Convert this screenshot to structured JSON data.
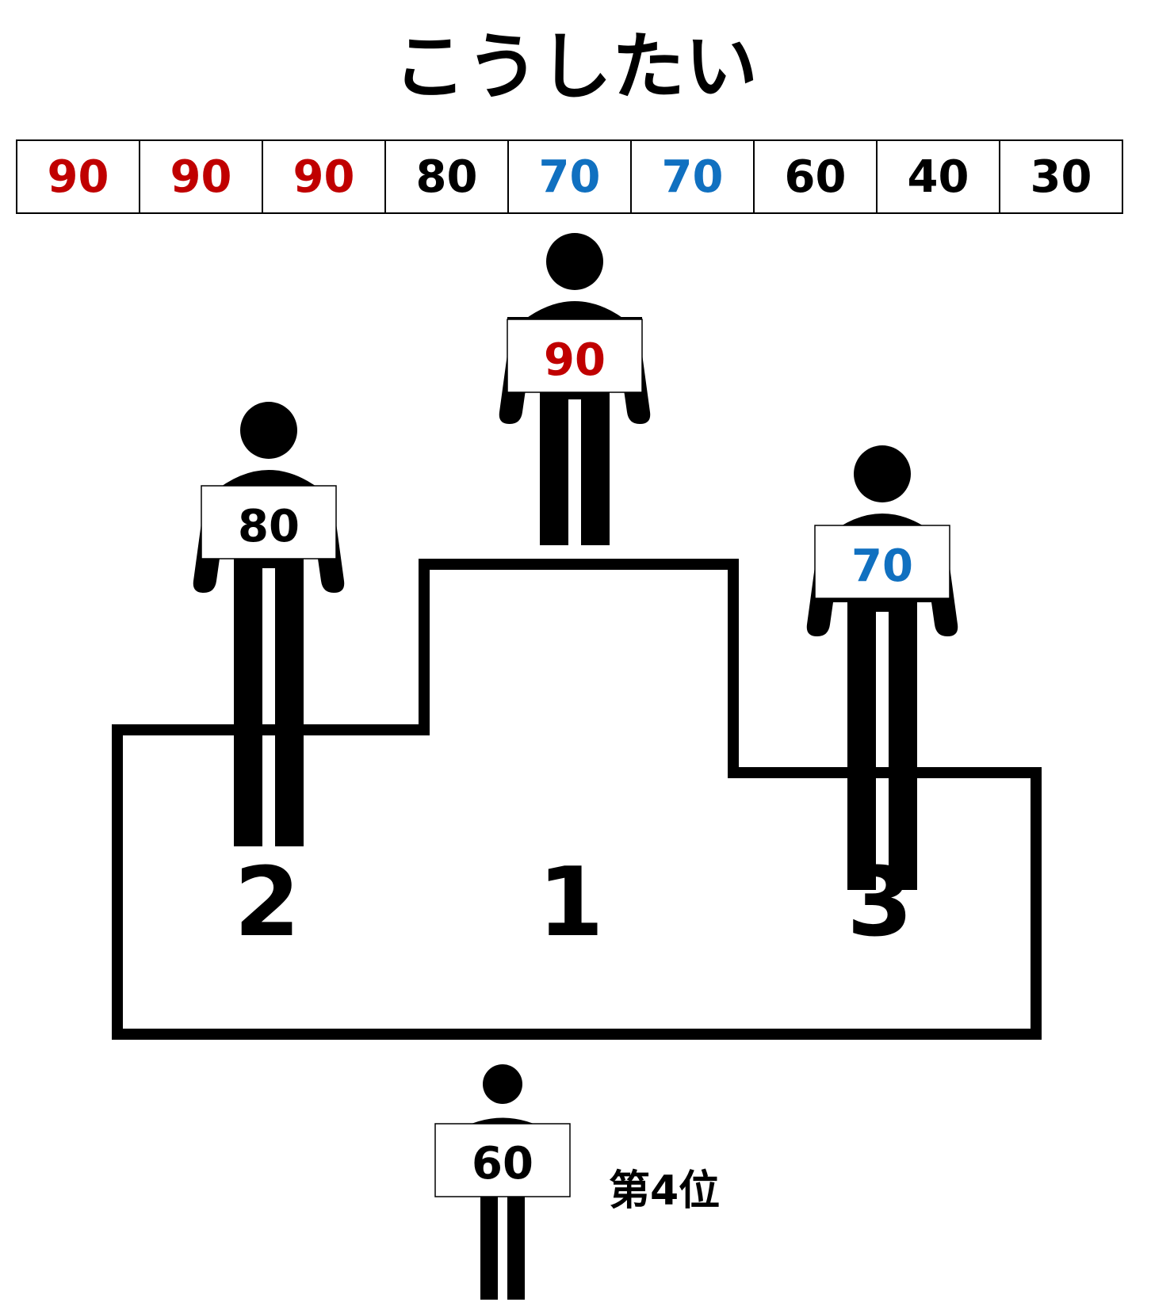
{
  "title": "こうしたい",
  "colors": {
    "red": "#c00000",
    "blue": "#1070c0",
    "black": "#000000"
  },
  "scores": [
    {
      "value": "90",
      "color": "#c00000"
    },
    {
      "value": "90",
      "color": "#c00000"
    },
    {
      "value": "90",
      "color": "#c00000"
    },
    {
      "value": "80",
      "color": "#000000"
    },
    {
      "value": "70",
      "color": "#1070c0"
    },
    {
      "value": "70",
      "color": "#1070c0"
    },
    {
      "value": "60",
      "color": "#000000"
    },
    {
      "value": "40",
      "color": "#000000"
    },
    {
      "value": "30",
      "color": "#000000"
    }
  ],
  "podium": {
    "first": {
      "rank": "1",
      "score": "90",
      "color": "#c00000"
    },
    "second": {
      "rank": "2",
      "score": "80",
      "color": "#000000"
    },
    "third": {
      "rank": "3",
      "score": "70",
      "color": "#1070c0"
    }
  },
  "fourth": {
    "score": "60",
    "label": "第4位",
    "color": "#000000"
  }
}
